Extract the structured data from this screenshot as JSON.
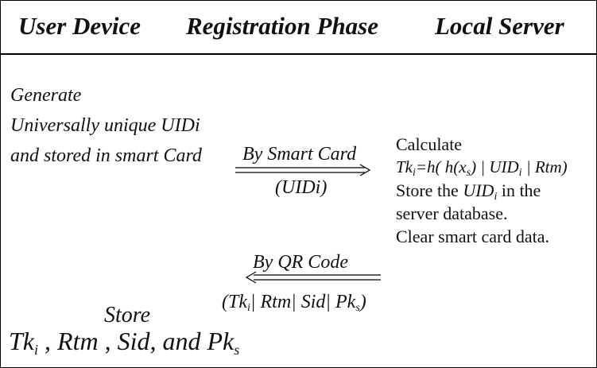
{
  "header": {
    "left": "User Device",
    "center": "Registration Phase",
    "right": "Local Server"
  },
  "user": {
    "lines": [
      "Generate",
      "Universally unique UIDi",
      "and stored in smart Card"
    ]
  },
  "arrow_to_server": {
    "label": "By Smart Card",
    "payload": "(UIDi)"
  },
  "server": {
    "line1": "Calculate",
    "formula": {
      "a": "Tk",
      "b": "=h( h(x",
      "c": ") | UID",
      "d": " | Rtm)",
      "sub_i": "i",
      "sub_s": "s"
    },
    "store_line": {
      "a": "Store the ",
      "b": "UID",
      "c": " in the",
      "sub": "i"
    },
    "line4": "server database.",
    "line5": "Clear smart card data."
  },
  "arrow_to_user": {
    "label": "By QR Code",
    "payload": {
      "a": "(Tk",
      "b": "| Rtm| Sid| Pk",
      "c": ")",
      "sub_i": "i",
      "sub_s": "s"
    }
  },
  "store": {
    "title": "Store",
    "values": {
      "a": "Tk",
      "b": " , Rtm , Sid, and Pk",
      "sub_i": "i",
      "sub_s": "s"
    }
  }
}
